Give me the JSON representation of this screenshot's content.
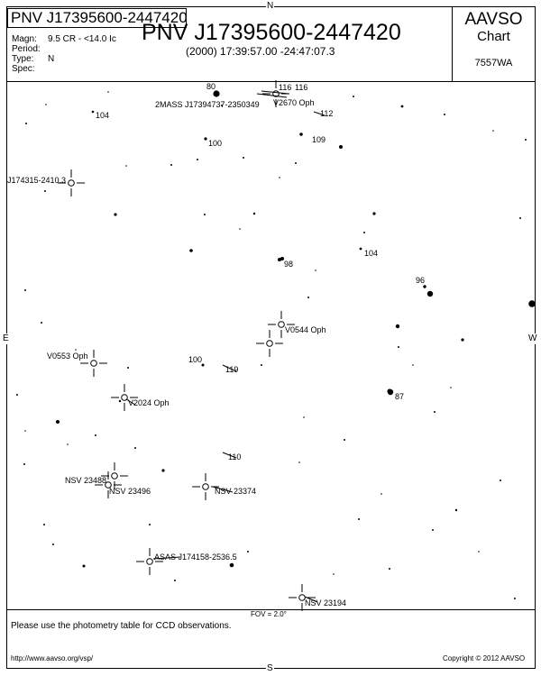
{
  "header": {
    "id_box": "PNV J17395600-2447420",
    "title": "PNV J17395600-2447420",
    "coords": "(2000) 17:39:57.00  -24:47:07.3",
    "chart_label": "AAVSO",
    "chart_label2": "Chart",
    "chart_id": "7557WA",
    "info_labels": [
      "Magn:",
      "Period:",
      "Type:",
      "Spec:"
    ],
    "info_values": [
      "9.5 CR - <14.0 Ic",
      "",
      "N",
      ""
    ]
  },
  "compass": {
    "n": "N",
    "s": "S",
    "e": "E",
    "w": "W"
  },
  "fov": "FOV = 2.0°",
  "note": "Please use the photometry table for CCD observations.",
  "footer": {
    "url": "http://www.aavso.org/vsp/",
    "copyright": "Copyright © 2012 AAVSO"
  },
  "chart_data": {
    "type": "scatter",
    "comparison_labels": [
      "80",
      "116",
      "116",
      "104",
      "112",
      "100",
      "109",
      "98",
      "104",
      "96",
      "100",
      "119",
      "87",
      "110"
    ],
    "variable_labels": [
      "2MASS J17394737-2350349",
      "V2670 Oph",
      "J174315-2410.3",
      "V0544 Oph",
      "V0553 Oph",
      "V2024 Oph",
      "NSV 23488",
      "NSV 23496",
      "NSV 23374",
      "ASAS J174158-2536.5",
      "NSV 23194"
    ]
  }
}
